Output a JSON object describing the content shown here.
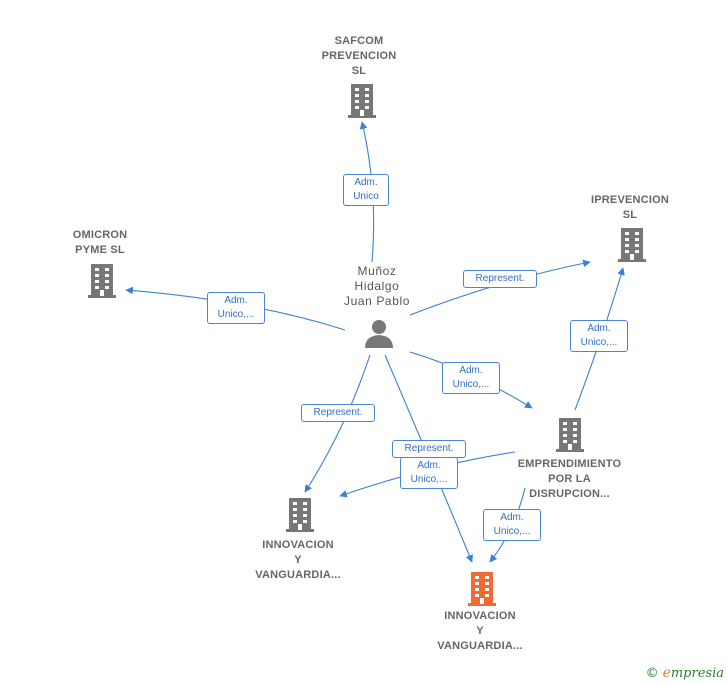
{
  "nodes": {
    "safcom": {
      "label": "SAFCOM\nPREVENCION\nSL",
      "icon": "building-icon",
      "color": "#777777"
    },
    "omicron": {
      "label": "OMICRON\nPYME  SL",
      "icon": "building-icon",
      "color": "#777777"
    },
    "iprevencion": {
      "label": "IPREVENCION\nSL",
      "icon": "building-icon",
      "color": "#777777"
    },
    "person": {
      "label": "Muñoz\nHidalgo\nJuan Pablo",
      "icon": "person-icon",
      "color": "#777777"
    },
    "emprendimiento": {
      "label": "EMPRENDIMIENTO\nPOR LA\nDISRUPCION...",
      "icon": "building-icon",
      "color": "#777777"
    },
    "innovacion_gray": {
      "label": "INNOVACION\nY\nVANGUARDIA...",
      "icon": "building-icon",
      "color": "#777777"
    },
    "innovacion_focus": {
      "label": "INNOVACION\nY\nVANGUARDIA...",
      "icon": "building-icon",
      "color": "#f06a35"
    }
  },
  "edges": {
    "to_safcom": "Adm.\nUnico",
    "to_omicron": "Adm.\nUnico,...",
    "to_iprevencion": "Represent.",
    "to_emprendimiento": "Adm.\nUnico,...",
    "to_innovacion_gray": "Represent.",
    "to_innovacion_focus": "Represent.",
    "emp_to_iprevencion": "Adm.\nUnico,...",
    "emp_to_innovacion_gray": "Adm.\nUnico,...",
    "emp_to_innovacion_focus": "Adm.\nUnico,..."
  },
  "footer": {
    "copyright": "©",
    "brand_e": "e",
    "brand_rest": "mpresia"
  },
  "edge_color": "#3d7fd6"
}
